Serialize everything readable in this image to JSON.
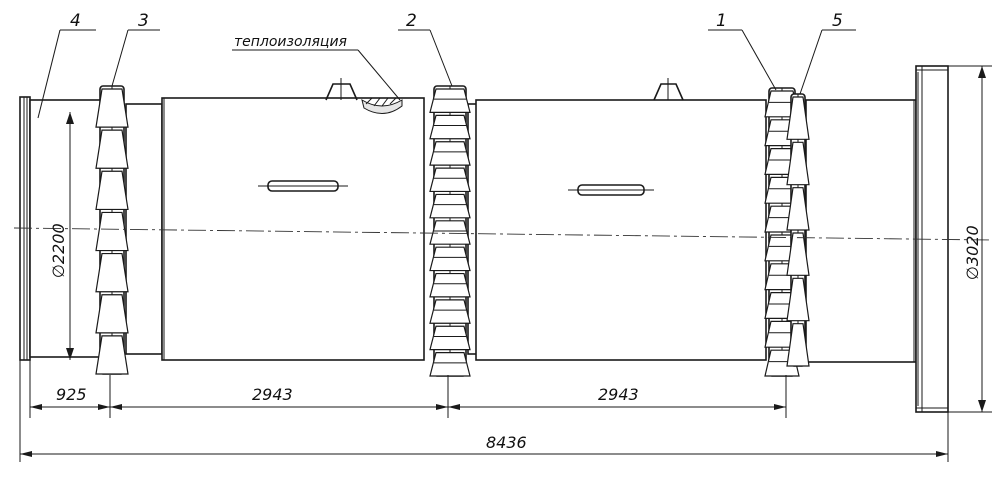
{
  "callouts": {
    "c1": "1",
    "c2": "2",
    "c3": "3",
    "c4": "4",
    "c5": "5"
  },
  "insulation_label": "теплоизоляция",
  "dimensions": {
    "d_inlet": "2200",
    "d_outlet": "3020",
    "seg_inlet": "925",
    "seg_1": "2943",
    "seg_2": "2943",
    "overall": "8436"
  },
  "symbols": {
    "diameter": "∅"
  }
}
